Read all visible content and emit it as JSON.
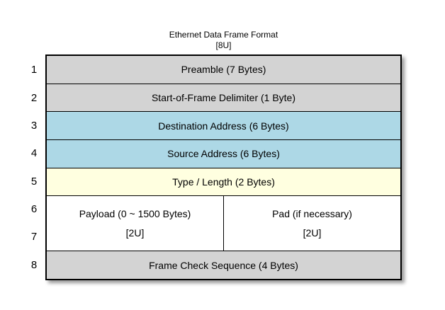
{
  "diagram": {
    "title": "Ethernet Data Frame Format",
    "subtitle": "[8U]",
    "row_numbers": [
      "1",
      "2",
      "3",
      "4",
      "5",
      "6",
      "7",
      "8"
    ],
    "rows": [
      {
        "label": "Preamble (7 Bytes)",
        "fill": "#d3d3d3"
      },
      {
        "label": "Start-of-Frame Delimiter (1 Byte)",
        "fill": "#d3d3d3"
      },
      {
        "label": "Destination Address (6 Bytes)",
        "fill": "#add8e6"
      },
      {
        "label": "Source Address (6 Bytes)",
        "fill": "#add8e6"
      },
      {
        "label": "Type / Length (2 Bytes)",
        "fill": "#ffffe0"
      }
    ],
    "split_row": {
      "fill": "#ffffff",
      "left": {
        "line1": "Payload (0 ~ 1500 Bytes)",
        "line2": "[2U]"
      },
      "right": {
        "line1": "Pad (if necessary)",
        "line2": "[2U]"
      }
    },
    "bottom_row": {
      "label": "Frame Check Sequence (4 Bytes)",
      "fill": "#d3d3d3"
    },
    "colors": {
      "gray": "#d3d3d3",
      "blue": "#add8e6",
      "yellow": "#ffffe0",
      "white": "#ffffff",
      "border": "#000000",
      "text": "#000000",
      "background": "#ffffff"
    }
  }
}
